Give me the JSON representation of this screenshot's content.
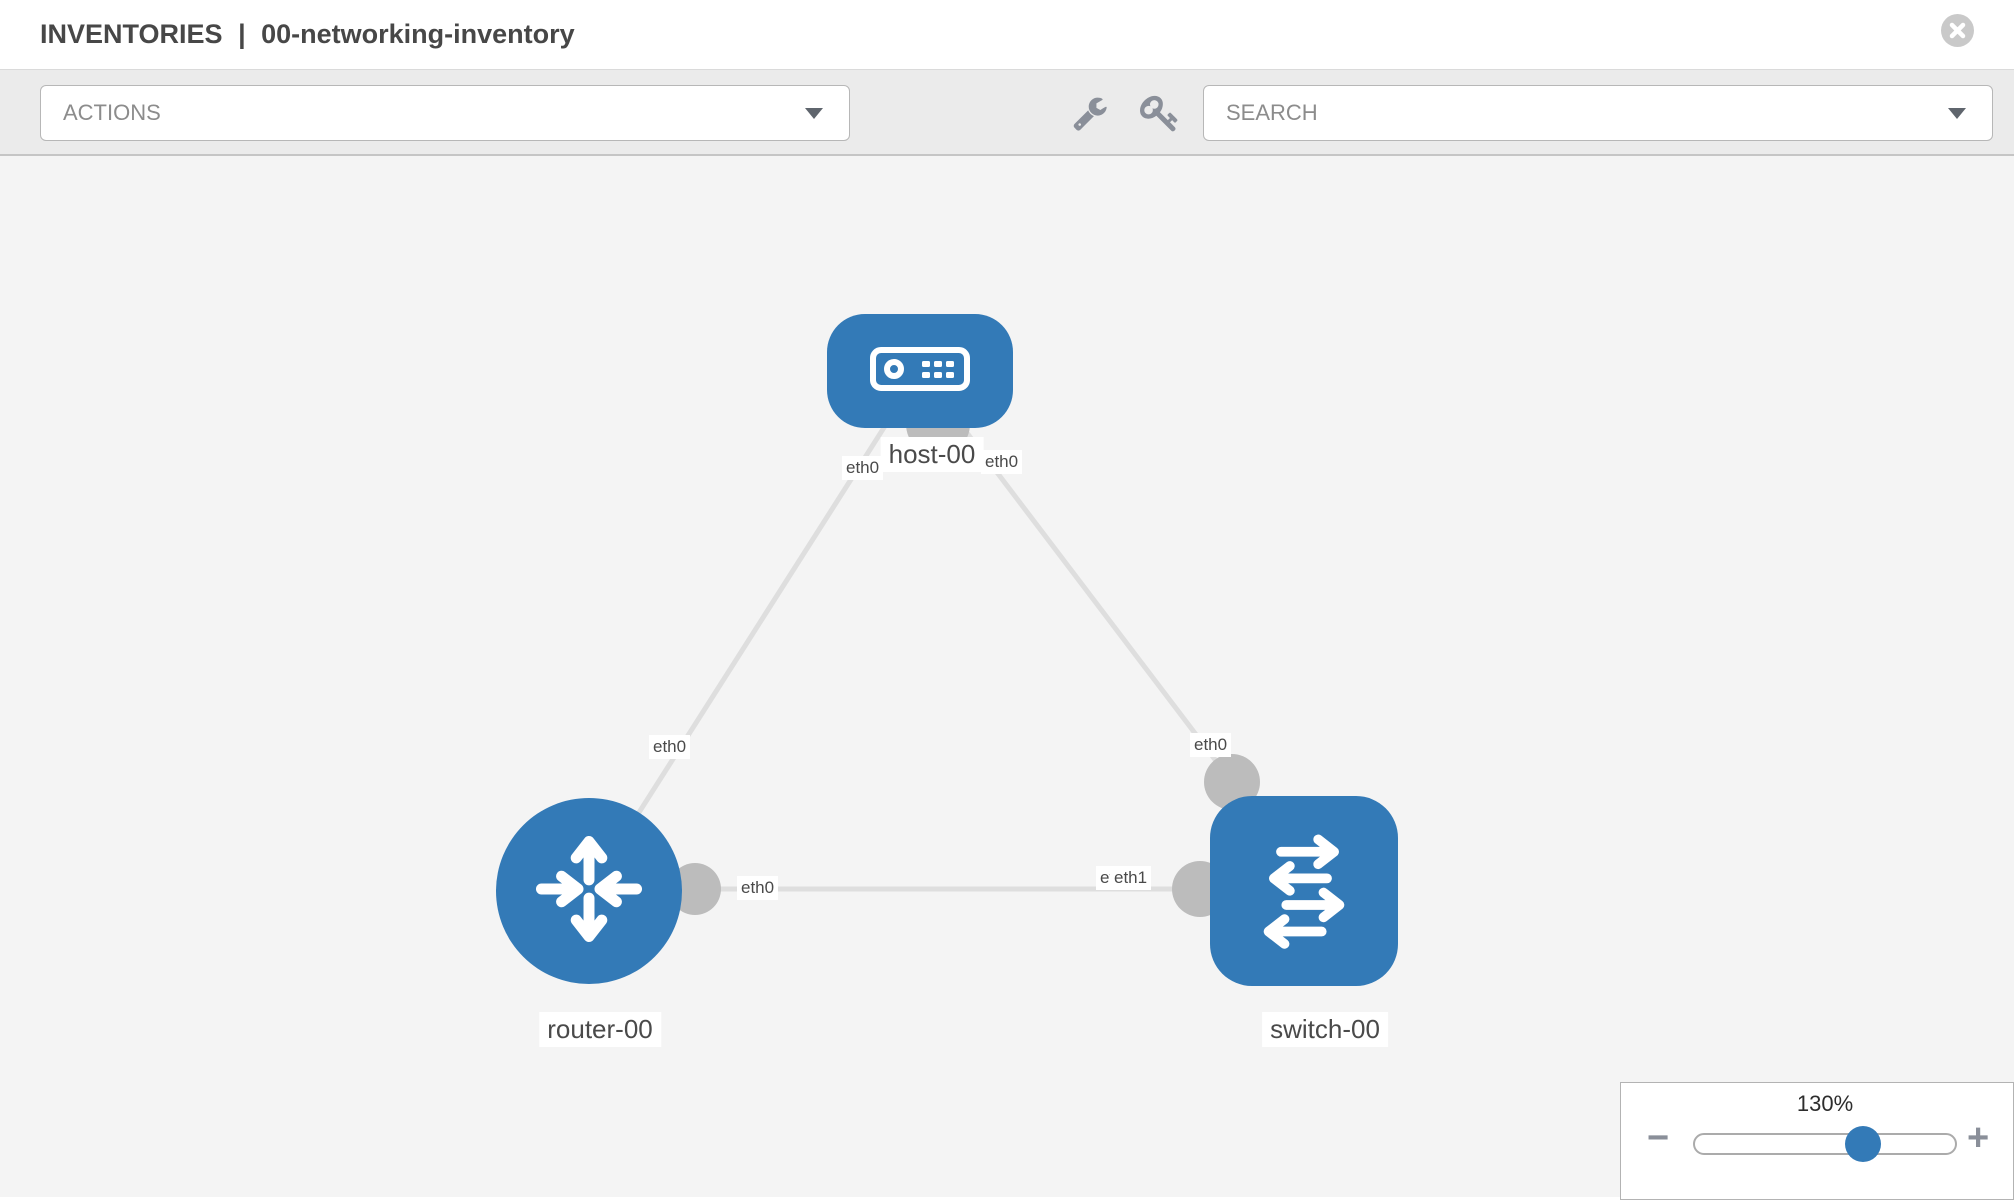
{
  "header": {
    "title_prefix": "INVENTORIES",
    "title_separator": "|",
    "inventory_name": "00-networking-inventory"
  },
  "toolbar": {
    "actions_label": "ACTIONS",
    "search_label": "SEARCH"
  },
  "topology": {
    "nodes": [
      {
        "id": "host-00",
        "type": "host",
        "label": "host-00"
      },
      {
        "id": "router-00",
        "type": "router",
        "label": "router-00"
      },
      {
        "id": "switch-00",
        "type": "switch",
        "label": "switch-00"
      }
    ],
    "links": [
      {
        "from": "host-00",
        "to": "router-00"
      },
      {
        "from": "host-00",
        "to": "switch-00"
      },
      {
        "from": "router-00",
        "to": "switch-00"
      }
    ],
    "interface_labels": [
      {
        "text": "eth0",
        "position": "host-left"
      },
      {
        "text": "eth0",
        "position": "host-right"
      },
      {
        "text": "eth0",
        "position": "router-top"
      },
      {
        "text": "eth0",
        "position": "switch-top"
      },
      {
        "text": "eth0",
        "position": "router-right"
      },
      {
        "text": "eth0",
        "position": "switch-left-under"
      },
      {
        "text": "eth1",
        "position": "switch-left"
      }
    ]
  },
  "zoom_control": {
    "percent_label": "130%",
    "value": 130,
    "minus_label": "−",
    "plus_label": "+"
  },
  "colors": {
    "node_blue": "#337ab7",
    "link_gray": "#dedede",
    "connector_gray": "#bcbcbc",
    "toolbar_bg": "#ebebeb",
    "canvas_bg": "#f4f4f4",
    "label_text": "#4a4a4a"
  }
}
